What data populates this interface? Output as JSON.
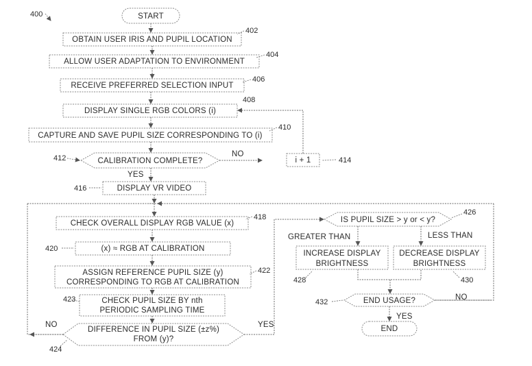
{
  "figure_label": "400",
  "nodes": {
    "start": "START",
    "n402": "OBTAIN USER IRIS AND PUPIL LOCATION",
    "n404": "ALLOW USER ADAPTATION TO ENVIRONMENT",
    "n406": "RECEIVE PREFERRED SELECTION INPUT",
    "n408": "DISPLAY SINGLE RGB COLORS (i)",
    "n410": "CAPTURE AND SAVE PUPIL SIZE CORRESPONDING TO (i)",
    "n412": "CALIBRATION COMPLETE?",
    "n414": "i + 1",
    "n416": "DISPLAY VR VIDEO",
    "n418": "CHECK OVERALL DISPLAY RGB VALUE (x)",
    "n420": "(x) ≈ RGB AT CALIBRATION",
    "n422_line1": "ASSIGN REFERENCE PUPIL SIZE (y)",
    "n422_line2": "CORRESPONDING TO RGB AT CALIBRATION",
    "n423_line1": "CHECK PUPIL SIZE BY nth",
    "n423_line2": "PERIODIC SAMPLING TIME",
    "n424_line1": "DIFFERENCE IN PUPIL SIZE (±z%)",
    "n424_line2": "FROM (y)?",
    "n426": "IS PUPIL SIZE > y  or < y?",
    "n428_line1": "INCREASE DISPLAY",
    "n428_line2": "BRIGHTNESS",
    "n430_line1": "DECREASE DISPLAY",
    "n430_line2": "BRIGHTNESS",
    "n432": "END USAGE?",
    "end": "END"
  },
  "refs": {
    "r402": "402",
    "r404": "404",
    "r406": "406",
    "r408": "408",
    "r410": "410",
    "r412": "412",
    "r414": "414",
    "r416": "416",
    "r418": "418",
    "r420": "420",
    "r422": "422",
    "r423": "423",
    "r424": "424",
    "r426": "426",
    "r428": "428",
    "r430": "430",
    "r432": "432"
  },
  "edge_labels": {
    "no_412": "NO",
    "yes_412": "YES",
    "no_424": "NO",
    "yes_424": "YES",
    "greater": "GREATER THAN",
    "less": "LESS THAN",
    "no_432": "NO",
    "yes_432": "YES"
  }
}
